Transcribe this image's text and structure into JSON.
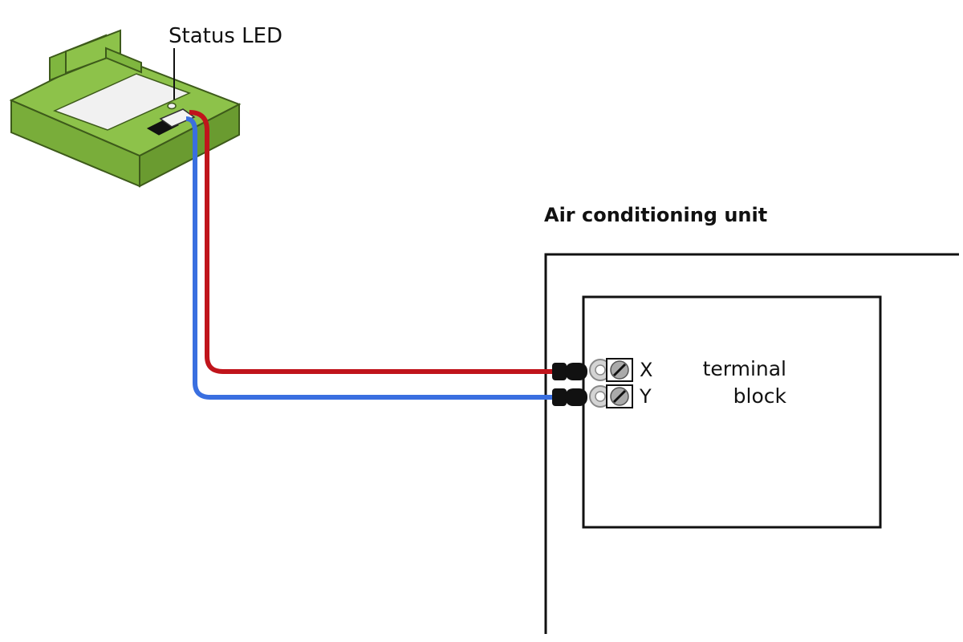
{
  "labels": {
    "status_led": "Status LED",
    "ac_unit": "Air conditioning unit",
    "terminal_x": "X",
    "terminal_y": "Y",
    "terminal_block_line1": "terminal",
    "terminal_block_line2": "block"
  },
  "colors": {
    "background": "#ffffff",
    "outline": "#111111",
    "board_top": "#8dc24a",
    "board_side": "#79ad3a",
    "board_front": "#6a9b30",
    "board_edge": "#3d5a1a",
    "label_panel": "#f1f1f1",
    "connector": "#111111",
    "wire_x": "#c0141b",
    "wire_y": "#3a6fe0",
    "terminal_ring": "#c9c9c9",
    "terminal_screw": "#aaaaaa"
  },
  "wires": [
    {
      "name": "wire-x",
      "terminal": "X",
      "color": "#c0141b"
    },
    {
      "name": "wire-y",
      "terminal": "Y",
      "color": "#3a6fe0"
    }
  ]
}
